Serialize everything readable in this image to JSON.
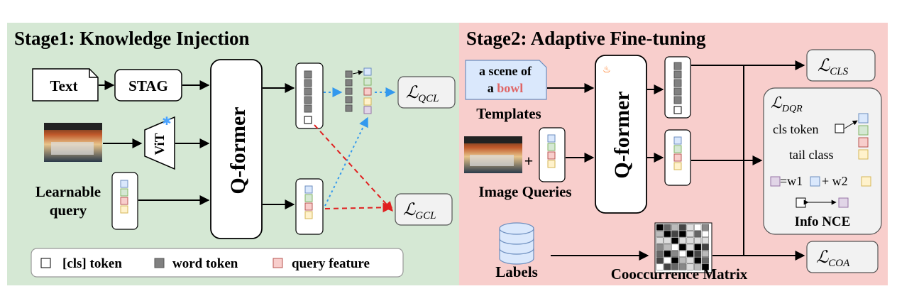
{
  "stage1": {
    "title": "Stage1:  Knowledge Injection",
    "text_box": "Text",
    "stag_box": "STAG",
    "vit_label": "ViT",
    "qformer_label": "Q-former",
    "learnable_query_line1": "Learnable",
    "learnable_query_line2": "query",
    "loss_qcl_main": "ℒ",
    "loss_qcl_sub": "QCL",
    "loss_gcl_main": "ℒ",
    "loss_gcl_sub": "GCL"
  },
  "legend": {
    "cls_token": "[cls] token",
    "word_token": "word token",
    "query_feature": "query feature"
  },
  "stage2": {
    "title": "Stage2:  Adaptive Fine-tuning",
    "template_line1": "a scene of",
    "template_word_a": "a",
    "template_word_bowl": "bowl",
    "templates_label": "Templates",
    "plus": "+",
    "image_queries_label": "Image  Queries",
    "qformer_label": "Q-former",
    "labels_label": "Labels",
    "cooccurrence_label": "Cooccurrence Matrix",
    "loss_cls_main": "ℒ",
    "loss_cls_sub": "CLS",
    "loss_dqr_main": "ℒ",
    "loss_dqr_sub": "DQR",
    "cls_token_label": "cls token",
    "tail_class_label": "tail class",
    "eq_w1": "=w1",
    "plus_w2": "+ w2",
    "info_nce_label": "Info NCE",
    "loss_coa_main": "ℒ",
    "loss_coa_sub": "COA"
  },
  "colors": {
    "stage1_bg": "#d5e8d4",
    "stage2_bg": "#f8cecc",
    "query_blue": "#dae8fc",
    "query_green": "#d5e8d4",
    "query_red": "#f8cecc",
    "query_yellow": "#fff2cc",
    "query_purple": "#e1d5e7",
    "word_gray": "#808080",
    "template_bg": "#dae8fc",
    "bowl_red": "#e06666"
  }
}
